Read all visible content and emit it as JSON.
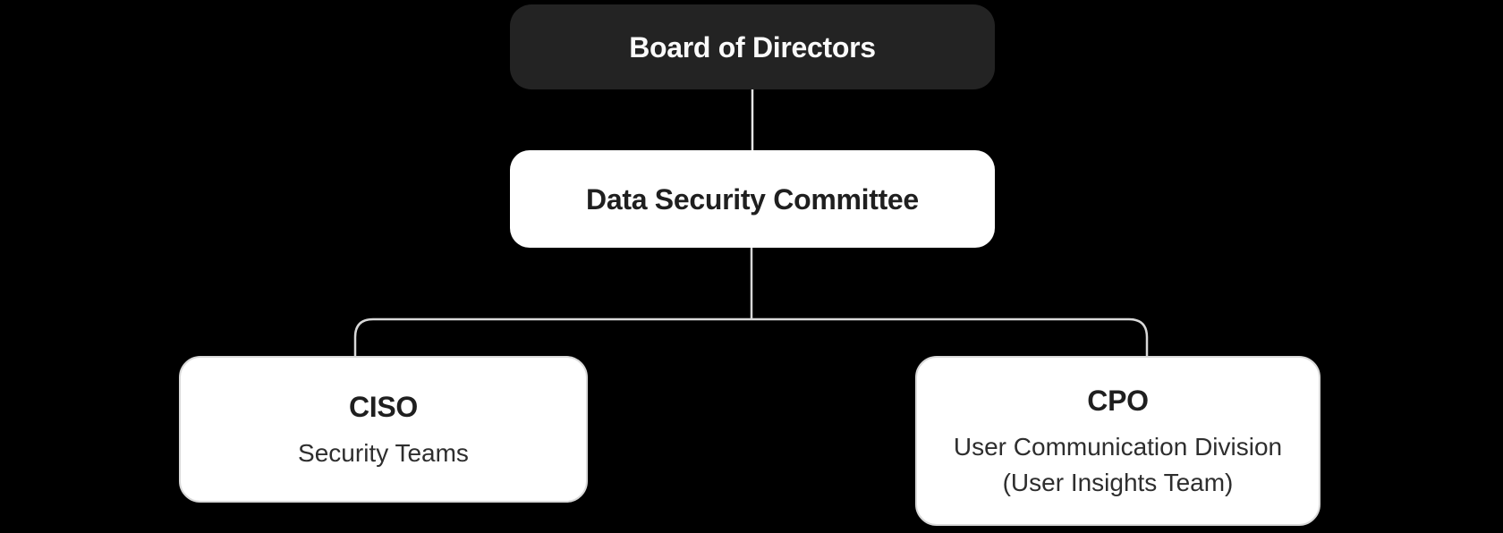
{
  "diagram_type": "org-chart",
  "colors": {
    "background": "#000000",
    "node_dark_bg": "#232323",
    "node_dark_text": "#fafafa",
    "node_light_bg": "#ffffff",
    "node_light_border": "#d9d9d9",
    "node_title_text": "#1f1f1f",
    "node_subtitle_text": "#2e2e2e",
    "connector_top": "#e6e6e6",
    "connector_bracket": "#d8d8d8"
  },
  "nodes": {
    "board": {
      "label": "Board of Directors"
    },
    "committee": {
      "label": "Data Security Committee"
    },
    "ciso": {
      "title": "CISO",
      "subtitle": "Security Teams"
    },
    "cpo": {
      "title": "CPO",
      "subtitle_line1": "User Communication Division",
      "subtitle_line2": "(User Insights Team)"
    }
  },
  "hierarchy": {
    "root": "Board of Directors",
    "edges": [
      {
        "from": "Board of Directors",
        "to": "Data Security Committee"
      },
      {
        "from": "Data Security Committee",
        "to": "CISO"
      },
      {
        "from": "Data Security Committee",
        "to": "CPO"
      }
    ]
  }
}
